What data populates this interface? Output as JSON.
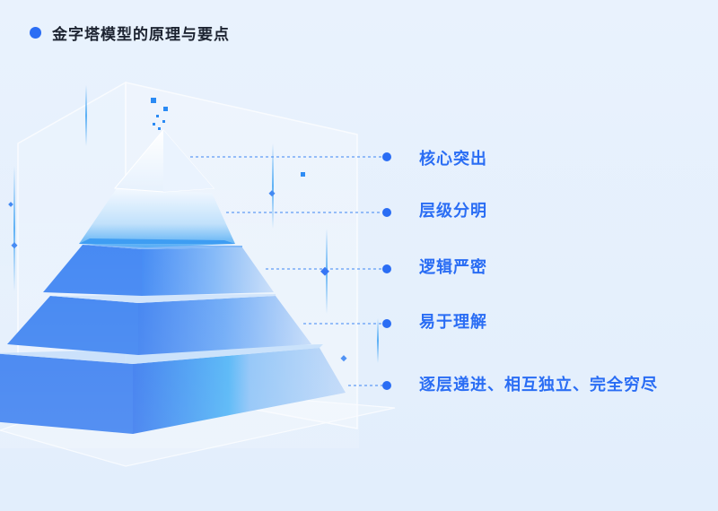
{
  "header": {
    "title": "金字塔模型的原理与要点"
  },
  "accent_color": "#2a6df4",
  "points": [
    {
      "label": "核心突出"
    },
    {
      "label": "层级分明"
    },
    {
      "label": "逻辑严密"
    },
    {
      "label": "易于理解"
    },
    {
      "label": "逐层递进、相互独立、完全穷尽"
    }
  ]
}
